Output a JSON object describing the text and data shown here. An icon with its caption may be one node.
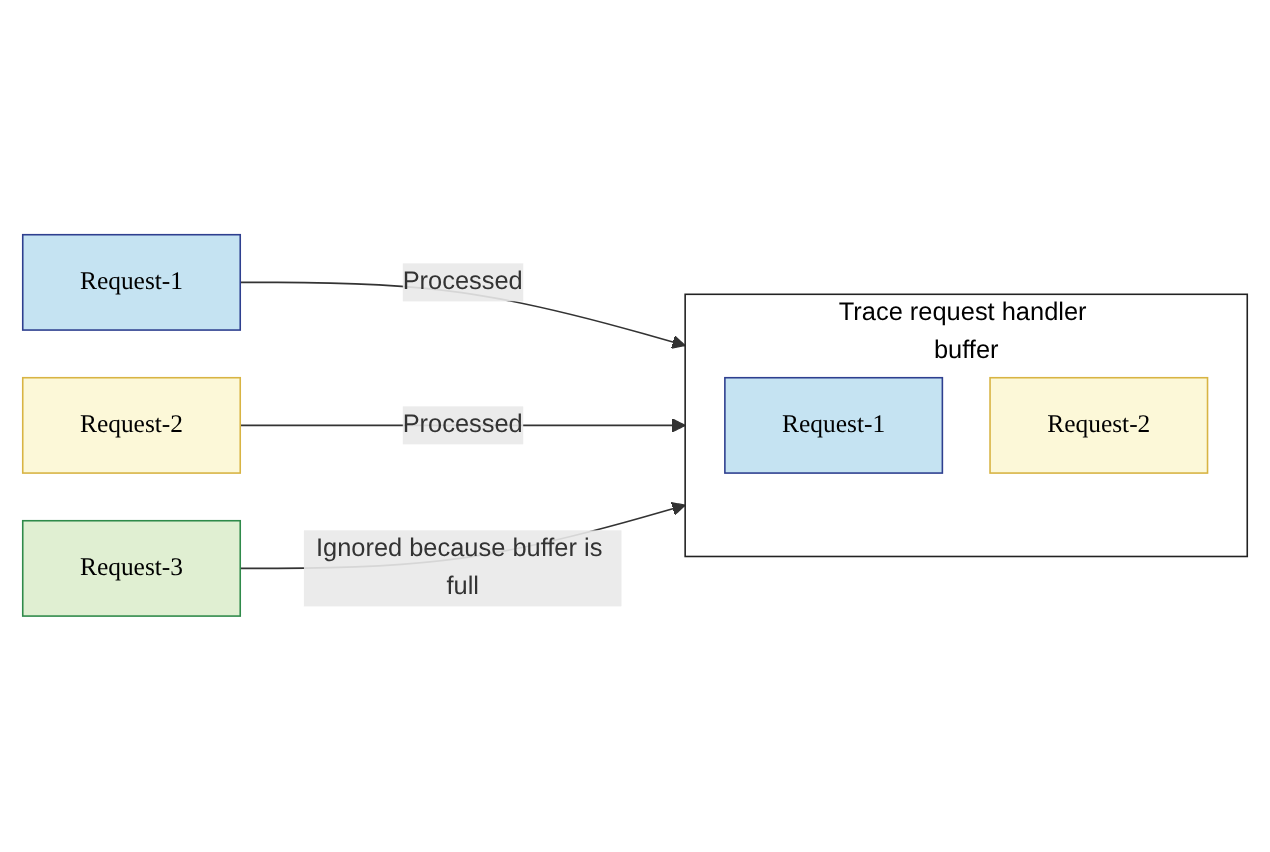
{
  "diagram": {
    "nodes": [
      {
        "text": [
          "Request-1"
        ]
      },
      {
        "text": [
          "Request-2"
        ]
      },
      {
        "text": [
          "Request-3"
        ]
      },
      {
        "text": [
          "Trace request handler buffer"
        ]
      },
      {
        "text": [
          "Request-1"
        ],
        "in": 3
      },
      {
        "text": [
          "Request-2"
        ],
        "in": 3
      }
    ],
    "edges": [
      {
        "from": 0,
        "to": 3,
        "arrow": "to",
        "label": "Processed"
      },
      {
        "from": 1,
        "to": 3,
        "arrow": "to",
        "label": "Processed"
      },
      {
        "from": 2,
        "to": 3,
        "arrow": "to",
        "label": "Ignored because buffer is full"
      }
    ]
  }
}
